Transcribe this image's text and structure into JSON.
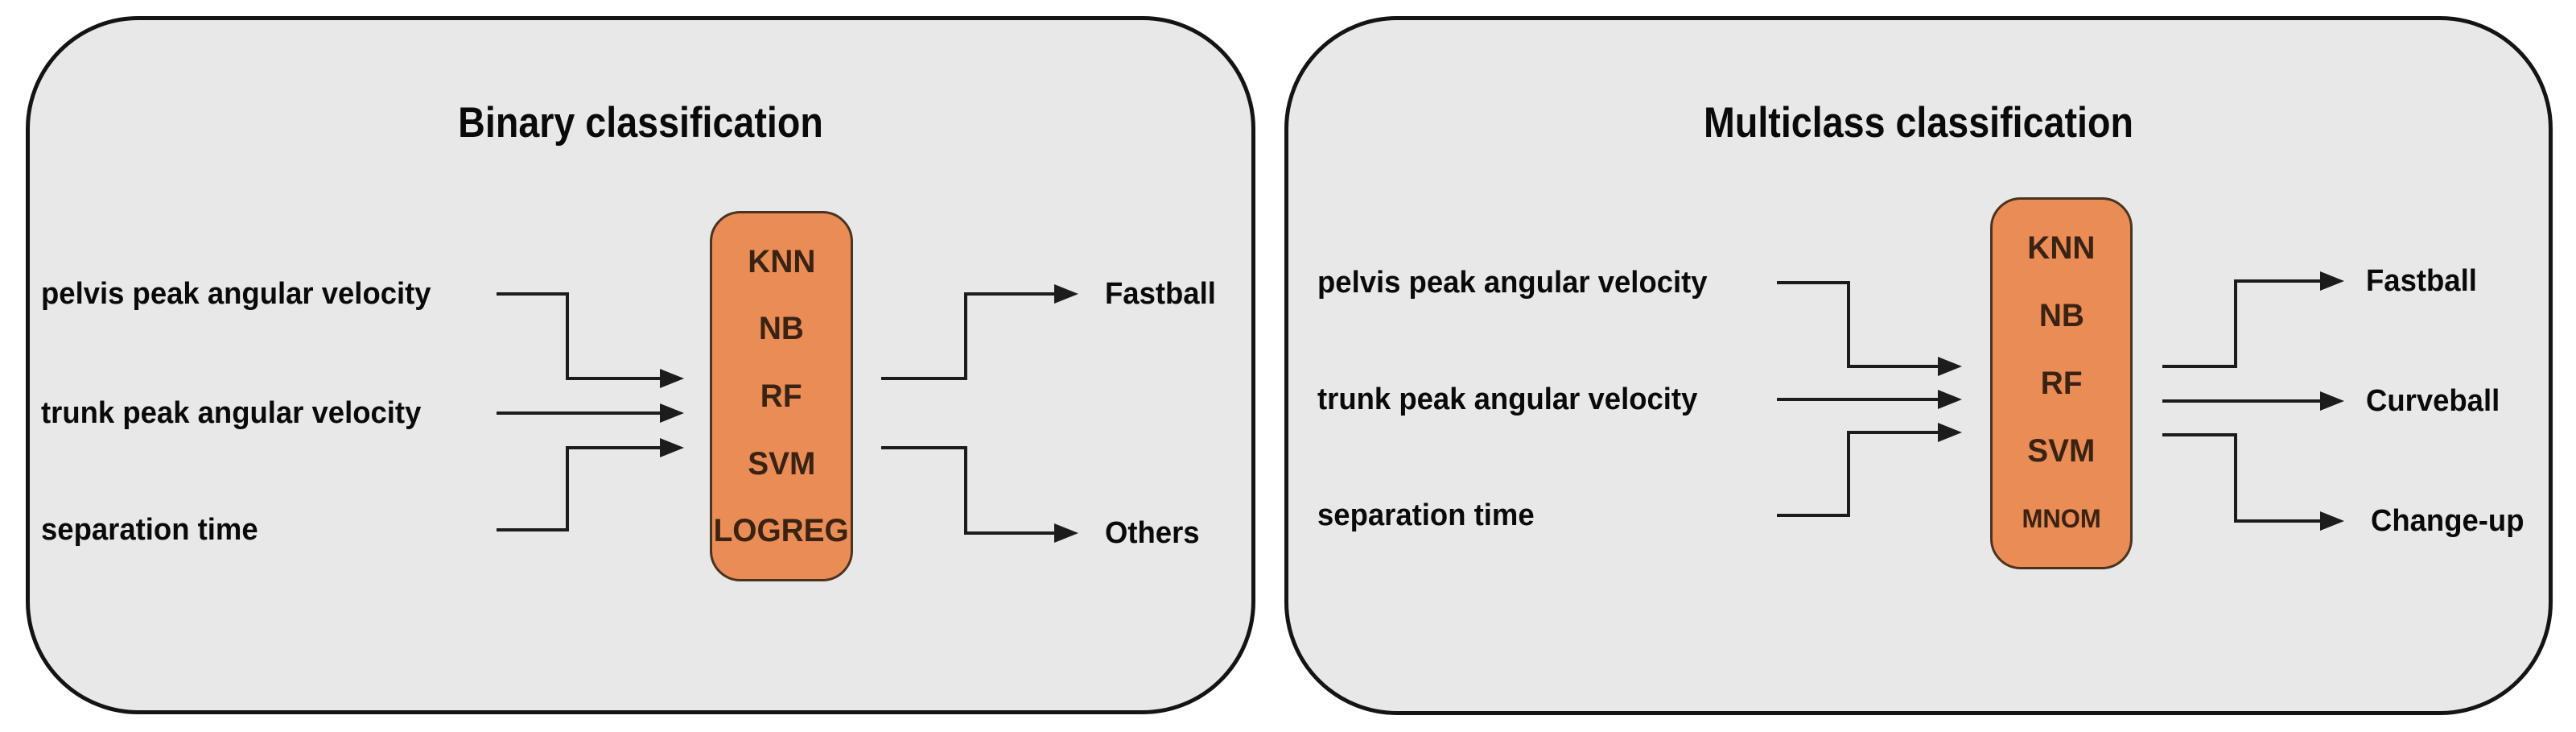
{
  "figure": {
    "description": "Two-panel classifier pipeline diagram",
    "colors": {
      "page_background": "#ffffff",
      "panel_background": "#e9e8e8",
      "panel_border": "#141414",
      "connector_line": "#1c1c1c",
      "classifier_box_fill": "#ea8c55",
      "classifier_box_border": "#4a3420",
      "classifier_text": "#3a2313",
      "label_text": "#0a0a0a"
    }
  },
  "panels": [
    {
      "title": "Binary classification",
      "inputs": [
        "pelvis peak angular velocity",
        "trunk peak angular velocity",
        "separation time"
      ],
      "classifiers": [
        "KNN",
        "NB",
        "RF",
        "SVM",
        "LOGREG"
      ],
      "outputs": [
        "Fastball",
        "Others"
      ]
    },
    {
      "title": "Multiclass classification",
      "inputs": [
        "pelvis peak angular velocity",
        "trunk peak angular velocity",
        "separation time"
      ],
      "classifiers": [
        "KNN",
        "NB",
        "RF",
        "SVM",
        "MNOM"
      ],
      "outputs": [
        "Fastball",
        "Curveball",
        "Change-up"
      ]
    }
  ]
}
